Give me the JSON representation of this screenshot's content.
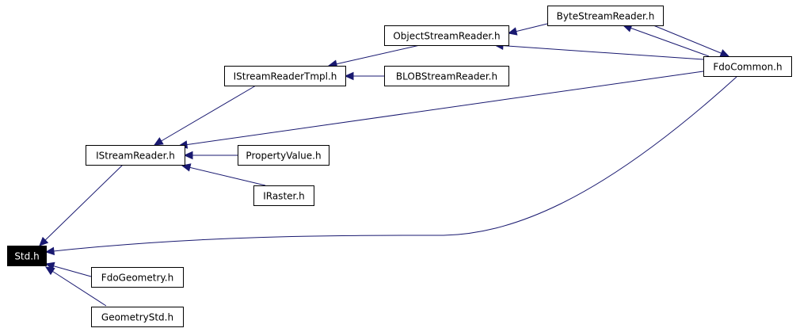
{
  "graph": {
    "root": "std",
    "colors": {
      "edge": "#191970",
      "node_border": "#000000",
      "node_fill": "#ffffff",
      "root_fill": "#000000",
      "root_text": "#ffffff",
      "text": "#000000"
    },
    "nodes": {
      "std": {
        "label": "Std.h"
      },
      "fdo_geometry": {
        "label": "FdoGeometry.h"
      },
      "geometry_std": {
        "label": "GeometryStd.h"
      },
      "istream_reader": {
        "label": "IStreamReader.h"
      },
      "property_value": {
        "label": "PropertyValue.h"
      },
      "iraster": {
        "label": "IRaster.h"
      },
      "istream_reader_tmpl": {
        "label": "IStreamReaderTmpl.h"
      },
      "blob_stream_reader": {
        "label": "BLOBStreamReader.h"
      },
      "object_stream_reader": {
        "label": "ObjectStreamReader.h"
      },
      "byte_stream_reader": {
        "label": "ByteStreamReader.h"
      },
      "fdo_common": {
        "label": "FdoCommon.h"
      }
    },
    "edges": [
      {
        "from": "fdo_geometry",
        "to": "std"
      },
      {
        "from": "geometry_std",
        "to": "std"
      },
      {
        "from": "istream_reader",
        "to": "std"
      },
      {
        "from": "fdo_common",
        "to": "std"
      },
      {
        "from": "property_value",
        "to": "istream_reader"
      },
      {
        "from": "iraster",
        "to": "istream_reader"
      },
      {
        "from": "istream_reader_tmpl",
        "to": "istream_reader"
      },
      {
        "from": "fdo_common",
        "to": "istream_reader"
      },
      {
        "from": "blob_stream_reader",
        "to": "istream_reader_tmpl"
      },
      {
        "from": "object_stream_reader",
        "to": "istream_reader_tmpl"
      },
      {
        "from": "byte_stream_reader",
        "to": "object_stream_reader"
      },
      {
        "from": "fdo_common",
        "to": "object_stream_reader"
      },
      {
        "from": "fdo_common",
        "to": "byte_stream_reader"
      },
      {
        "from": "byte_stream_reader",
        "to": "fdo_common"
      }
    ]
  }
}
